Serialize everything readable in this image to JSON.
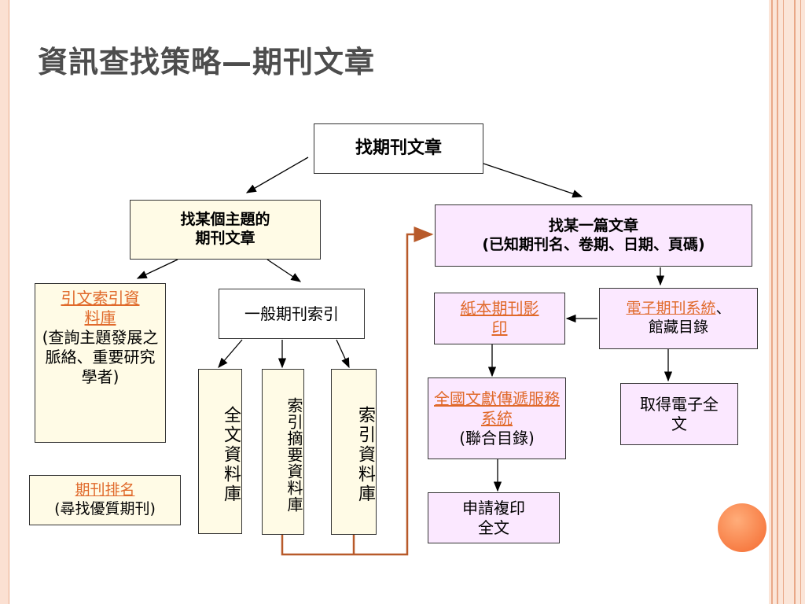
{
  "slide": {
    "title": "資訊查找策略—期刊文章"
  },
  "nodes": {
    "root": "找期刊文章",
    "topic_line1": "找某個主題的",
    "topic_line2": "期刊文章",
    "specific_line1": "找某一篇文章",
    "specific_line2": "(已知期刊名、卷期、日期、頁碼)",
    "citation_link": "引文索引資料庫",
    "citation_desc": "(查詢主題發展之脈絡、重要研究學者)",
    "ranking_link": "期刊排名",
    "ranking_desc": "(尋找優質期刊)",
    "general_index": "一般期刊索引",
    "fulltext_db": "全文資料庫",
    "abstract_db": "索引摘要資料庫",
    "index_db": "索引資料庫",
    "ejournal_link": "電子期刊系統",
    "ejournal_sep": "、",
    "ejournal_rest": "館藏目錄",
    "print_link": "紙本期刊影印",
    "get_fulltext": "取得電子全文",
    "nationwide_link": "全國文獻傳遞服務系統",
    "nationwide_desc": "(聯合目錄)",
    "apply_copy": "申請複印全文"
  },
  "colors": {
    "accent": "#e0692a",
    "cream_box": "#fffbe6",
    "pink_box": "#fbe8ff",
    "connector": "#b85a2a",
    "orb": "#f4692e"
  }
}
